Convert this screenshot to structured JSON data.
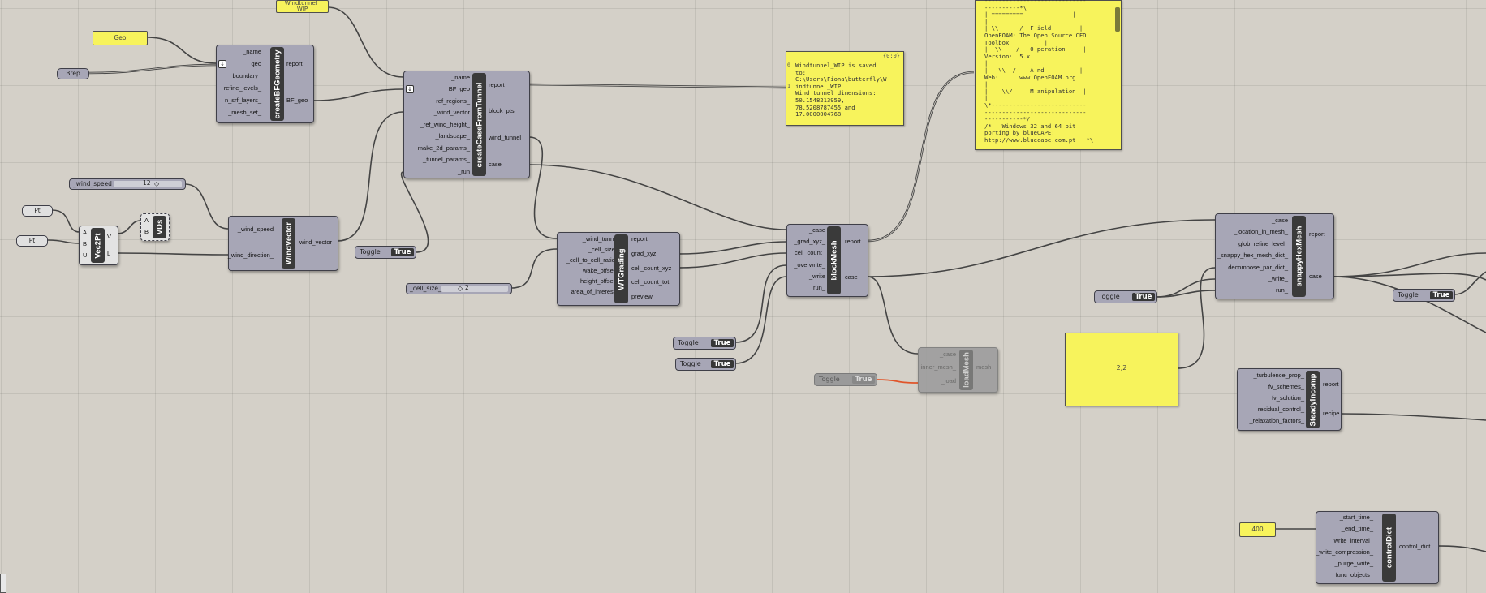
{
  "canvas": {
    "background": "#d4d0c8",
    "wire_color": "#444444",
    "disabled_wire_color": "#e0552a"
  },
  "panels": {
    "windtunnel_label": "Windtunnel_\nWIP",
    "geo_label": "Geo",
    "brep_label": "Brep",
    "pt_label_1": "Pt",
    "pt_label_2": "Pt",
    "saved_panel": {
      "header": "{0;0}",
      "index": "0\n\n\n1",
      "text": "Windtunnel_WIP is saved\nto:\nC:\\Users\\Fiona\\butterfly\\W\nindtunnel_WIP\nWind tunnel dimensions:\n50.1548213959,\n78.5208787455 and\n17.0000004768"
    },
    "openfoam_panel": {
      "text": "-----------------------------\n----------*\\\n| =========              |\n|\n| \\\\      /  F ield        |\nOpenFOAM: The Open Source CFD\nToolbox          |\n|  \\\\    /   O peration     |\nVersion:  5.x\n|\n|   \\\\  /    A nd          |\nWeb:      www.OpenFOAM.org\n|\n|    \\\\/     M anipulation  |\n|\n\\*---------------------------\n-----------------------------\n-----------*/\n/*   Windows 32 and 64 bit\nporting by blueCAPE:\nhttp://www.bluecape.com.pt   *\\"
    },
    "decompose_panel": "2,2",
    "endtime_panel": "400"
  },
  "sliders": {
    "wind_speed": {
      "label": "_wind_speed",
      "value": "12"
    },
    "cell_size": {
      "label": "_cell_size_",
      "value": "2"
    }
  },
  "toggles": {
    "label": "Toggle",
    "value": "True"
  },
  "components": {
    "createBFGeometry": {
      "name": "createBFGeometry",
      "inputs": [
        "_name",
        "_geo",
        "_boundary_",
        "refine_levels_",
        "n_srf_layers_",
        "_mesh_set_"
      ],
      "outputs": [
        "report",
        "BF_geo"
      ]
    },
    "createCaseFromTunnel": {
      "name": "createCaseFromTunnel",
      "inputs": [
        "_name",
        "_BF_geo",
        "ref_regions_",
        "_wind_vector",
        "_ref_wind_height_",
        "_landscape_",
        "make_2d_params_",
        "_tunnel_params_",
        "_run"
      ],
      "outputs": [
        "report",
        "block_pts",
        "wind_tunnel",
        "case"
      ]
    },
    "VDs": {
      "name": "VDs",
      "inputs": [
        "A",
        "B"
      ],
      "outputs": []
    },
    "Vec2Pt": {
      "name": "Vec2Pt",
      "inputs": [
        "A",
        "B",
        "U"
      ],
      "outputs": [
        "V",
        "L"
      ]
    },
    "WindVector": {
      "name": "WindVector",
      "inputs": [
        "_wind_speed",
        "_wind_direction_"
      ],
      "outputs": [
        "wind_vector"
      ]
    },
    "WTGrading": {
      "name": "WTGrading",
      "inputs": [
        "_wind_tunnel",
        "_cell_size_",
        "_cell_to_cell_ratio_",
        "wake_offset_",
        "height_offset_",
        "area_of_interest_"
      ],
      "outputs": [
        "report",
        "grad_xyz",
        "cell_count_xyz",
        "cell_count_tot",
        "preview"
      ]
    },
    "blockMesh": {
      "name": "blockMesh",
      "inputs": [
        "_case",
        "_grad_xyz_",
        "_cell_count_",
        "_overwrite_",
        "_write",
        "run_"
      ],
      "outputs": [
        "report",
        "case"
      ]
    },
    "loadMesh": {
      "name": "loadMesh",
      "inputs": [
        "_case",
        "inner_mesh_",
        "_load"
      ],
      "outputs": [
        "mesh"
      ]
    },
    "snappyHexMesh": {
      "name": "snappyHexMesh",
      "inputs": [
        "_case",
        "_location_in_mesh_",
        "_glob_refine_level_",
        "_snappy_hex_mesh_dict_",
        "decompose_par_dict_",
        "_write_",
        "run_"
      ],
      "outputs": [
        "report",
        "case"
      ]
    },
    "SteadyIncomp": {
      "name": "SteadyIncomp",
      "inputs": [
        "_turbulence_prop_",
        "fv_schemes_",
        "fv_solution_",
        "residual_control_",
        "_relaxation_factors_"
      ],
      "outputs": [
        "report",
        "recipe"
      ]
    },
    "controlDict": {
      "name": "controlDict",
      "inputs": [
        "_start_time_",
        "_end_time_",
        "_write_interval_",
        "_write_compression_",
        "_purge_write_",
        "func_objects_"
      ],
      "outputs": [
        "control_dict"
      ]
    }
  }
}
